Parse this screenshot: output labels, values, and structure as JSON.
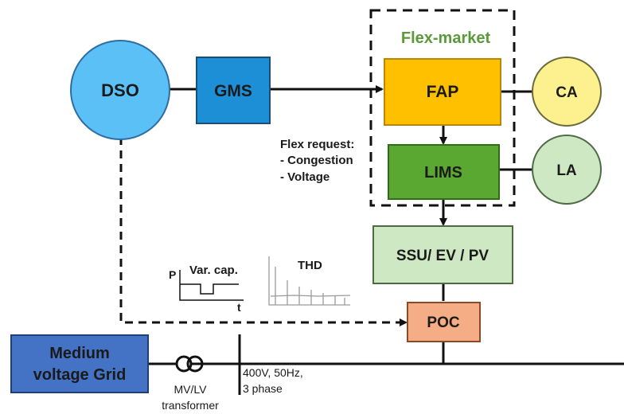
{
  "diagram": {
    "flex_market_title": "Flex-market",
    "nodes": {
      "dso": "DSO",
      "gms": "GMS",
      "fap": "FAP",
      "lims": "LIMS",
      "ca": "CA",
      "la": "LA",
      "ssu": "SSU/ EV / PV",
      "poc": "POC",
      "grid_line1": "Medium",
      "grid_line2": "voltage Grid"
    },
    "flex_request": {
      "title": "Flex request:",
      "items": [
        "- Congestion",
        "- Voltage"
      ]
    },
    "var_cap": {
      "title": "Var. cap.",
      "y_axis": "P",
      "x_axis": "t"
    },
    "thd": {
      "title": "THD"
    },
    "transformer": {
      "line1": "MV/LV",
      "line2": "transformer"
    },
    "supply": {
      "line1": "400V, 50Hz,",
      "line2": "3 phase"
    },
    "colors": {
      "dso": "#5bc0f5",
      "gms": "#1d8fd6",
      "fap": "#ffc000",
      "lims": "#5aa832",
      "ca": "#fdf08e",
      "la": "#cfe8c4",
      "ssu": "#cfe8c4",
      "poc": "#f4ad85",
      "grid": "#4472c4",
      "flex_market": "#5a9a3a"
    }
  }
}
